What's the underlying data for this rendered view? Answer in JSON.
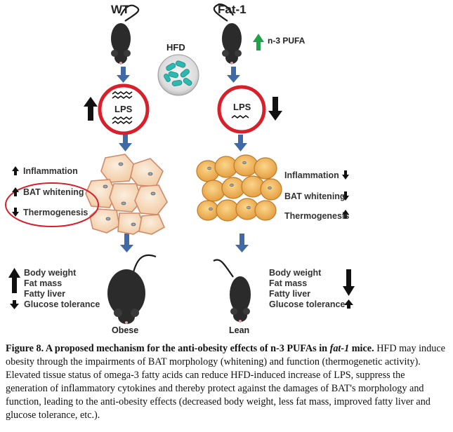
{
  "diagram": {
    "wt_title": "WT",
    "fat1_title": "Fat-1",
    "hfd_label": "HFD",
    "n3_pufa_label": "n-3 PUFA",
    "lps_left": "LPS",
    "lps_right": "LPS",
    "left_effects": [
      "Inflammation",
      "BAT whitening",
      "Thermogenesis"
    ],
    "right_effects": [
      "Inflammation",
      "BAT whitening",
      "Thermogenesis"
    ],
    "left_outcomes": [
      "Body weight",
      "Fat mass",
      "Fatty liver",
      "Glucose tolerance"
    ],
    "right_outcomes": [
      "Body weight",
      "Fat mass",
      "Fatty liver",
      "Glucose tolerance"
    ],
    "obese_label": "Obese",
    "lean_label": "Lean",
    "colors": {
      "accent_red": "#d8202a",
      "arrow_blue": "#3f6aa6",
      "pufa_green": "#1ea34a",
      "pill_teal": "#2fb8b0",
      "cell_fill_pale": "#f6d9b8",
      "cell_fill_orange": "#f2b657"
    }
  },
  "caption": {
    "bold_prefix": "Figure 8. A proposed mechanism for the anti-obesity effects of n-3 PUFAs in ",
    "bold_italic": "fat-1",
    "bold_suffix": " mice.",
    "body": " HFD may induce obesity through the impairments of BAT morphology (whitening) and function (thermogenetic activity).  Elevated tissue status of omega-3 fatty acids can reduce HFD-induced increase of LPS, suppress the generation of inflammatory cytokines and thereby protect against the damages of BAT's morphology and function, leading to the anti-obesity effects (decreased body weight, less fat mass, improved fatty liver and glucose tolerance, etc.)."
  }
}
